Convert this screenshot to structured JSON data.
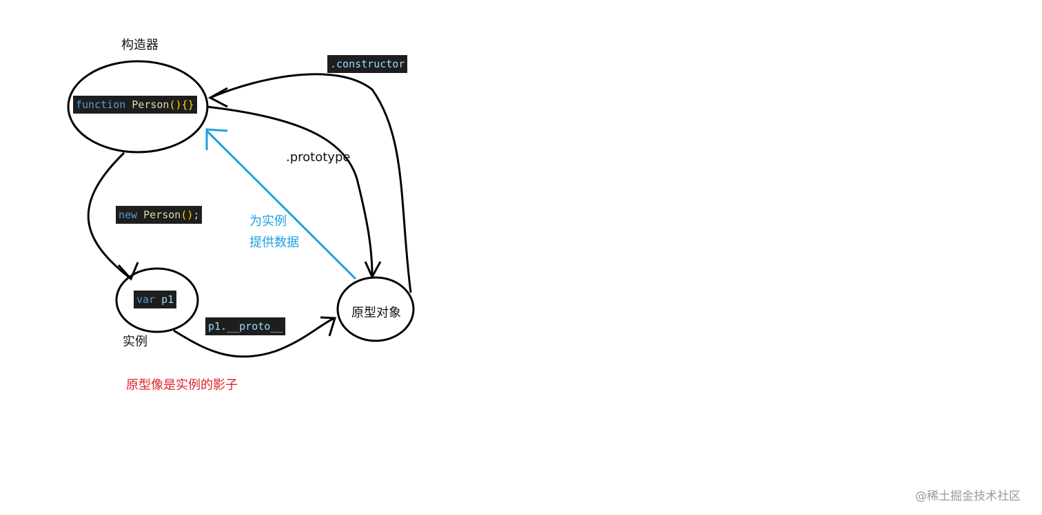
{
  "labels": {
    "constructor_title": "构造器",
    "instance_title": "实例",
    "prototype_object": "原型对象",
    "prototype_prop": ".prototype",
    "provide_line1": "为实例",
    "provide_line2": "提供数据",
    "shadow_note": "原型像是实例的影子",
    "watermark": "@稀土掘金技术社区"
  },
  "code": {
    "function_kw": "function",
    "person_name": "Person",
    "func_parens": "()",
    "func_braces": "{}",
    "new_kw": "new",
    "new_call_parens": "()",
    "semicolon": ";",
    "var_kw": "var",
    "var_name": "p1",
    "constructor_prop": ".constructor",
    "proto_access": "p1.__proto__"
  },
  "colors": {
    "accent_blue": "#1ea0e0",
    "note_red": "#e0202a",
    "code_bg": "#1e1e1e"
  }
}
